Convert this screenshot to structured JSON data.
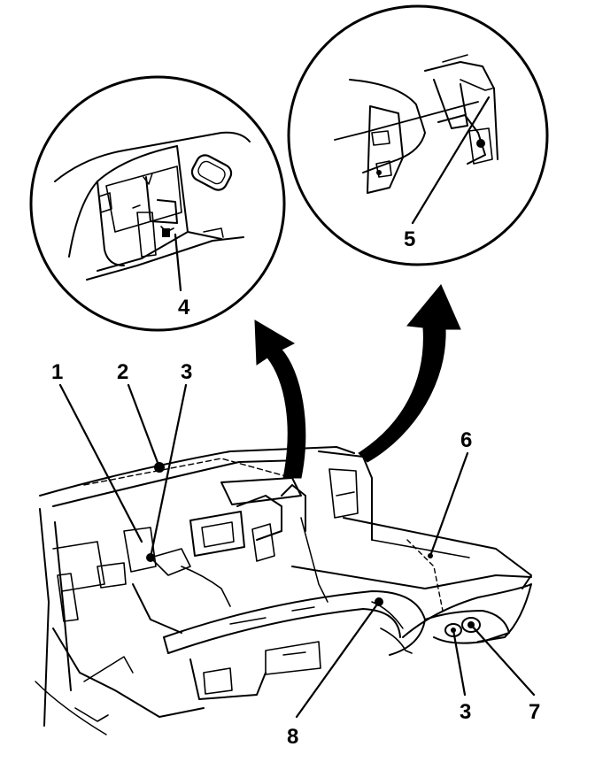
{
  "diagram": {
    "callouts": [
      {
        "id": "c1",
        "label": "1"
      },
      {
        "id": "c2",
        "label": "2"
      },
      {
        "id": "c3",
        "label": "3"
      },
      {
        "id": "c4",
        "label": "4"
      },
      {
        "id": "c5",
        "label": "5"
      },
      {
        "id": "c6",
        "label": "6"
      },
      {
        "id": "c3b",
        "label": "3"
      },
      {
        "id": "c7",
        "label": "7"
      },
      {
        "id": "c8",
        "label": "8"
      }
    ],
    "colors": {
      "ink": "#000000",
      "paper": "#ffffff"
    }
  }
}
